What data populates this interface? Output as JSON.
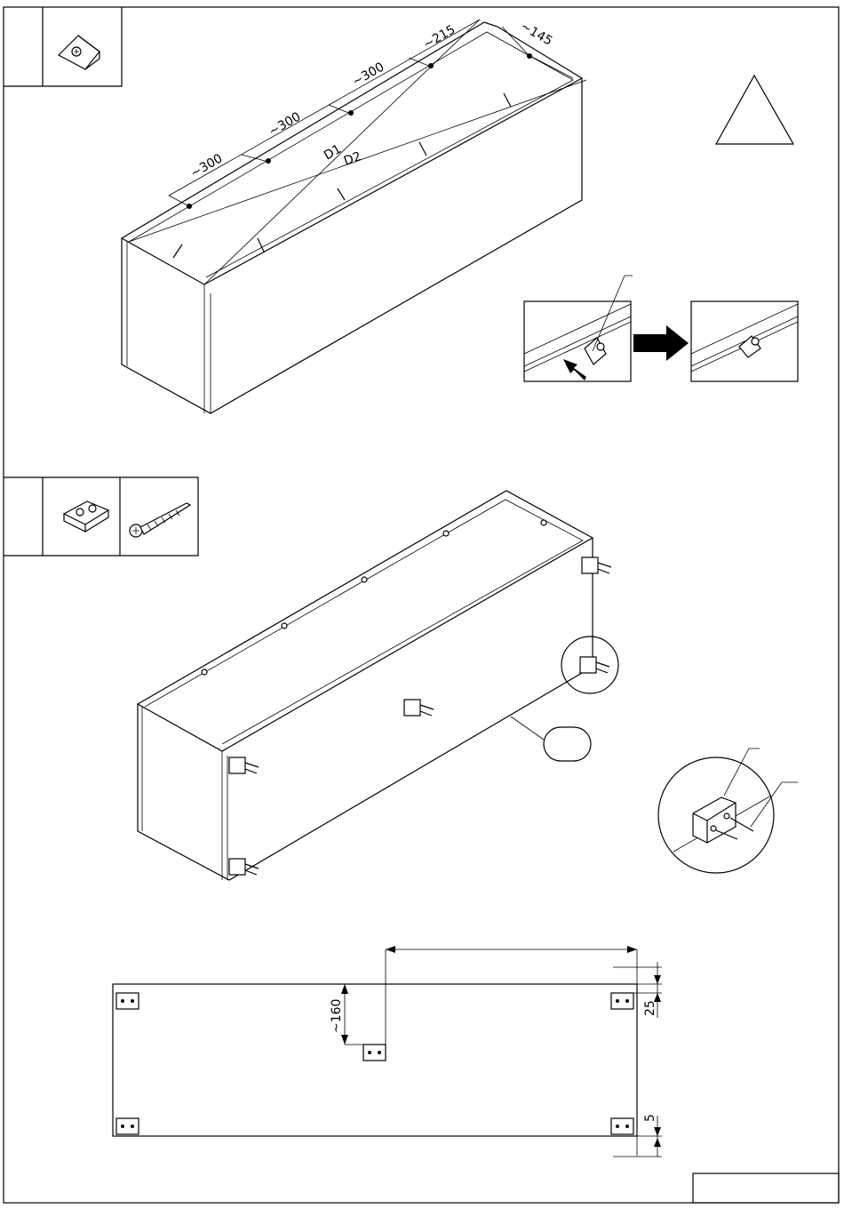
{
  "step1": {
    "dimensions": {
      "d_215": "~215",
      "d_145": "~145",
      "d_300_a": "~300",
      "d_300_b": "~300",
      "d_300_c": "~300"
    },
    "diagonals": {
      "d1": "D1",
      "d2": "D2"
    },
    "parts": [
      "corner-bracket-icon"
    ]
  },
  "step2": {
    "parts": [
      "block-connector-icon",
      "screw-icon"
    ]
  },
  "step3": {
    "dimensions": {
      "d_160": "~160",
      "d_25": "25",
      "d_5": "5"
    }
  },
  "colors": {
    "line": "#000000",
    "background": "#ffffff"
  }
}
